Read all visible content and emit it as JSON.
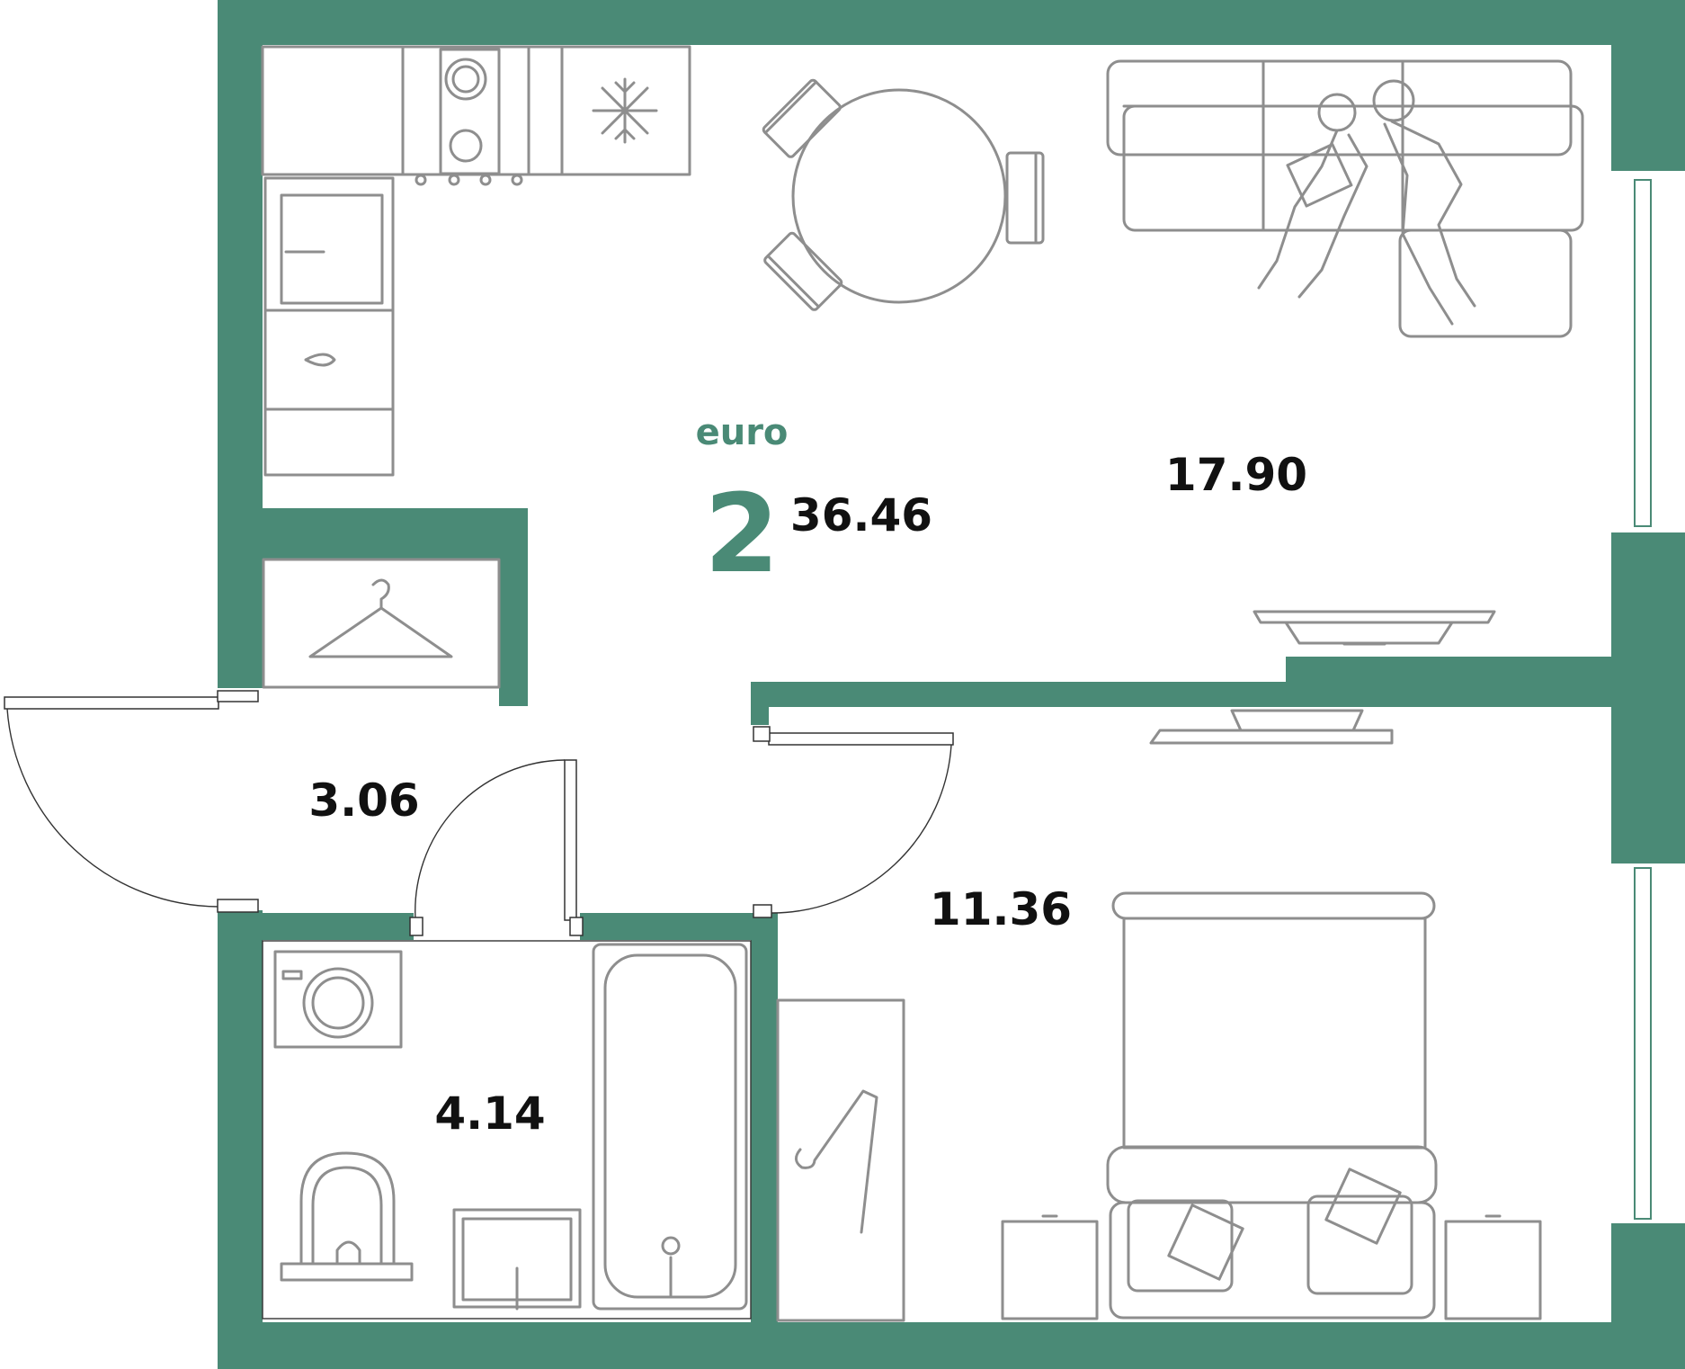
{
  "plan": {
    "type_label": "euro",
    "rooms_count": "2",
    "total_area": "36.46"
  },
  "rooms": {
    "living_kitchen_area": "17.90",
    "bedroom_area": "11.36",
    "hallway_area": "3.06",
    "bathroom_area": "4.14"
  },
  "colors": {
    "wall": "#4a8a76",
    "accent_text": "#4a8a76",
    "furniture_line": "#8e8e8e",
    "label_text": "#111111"
  },
  "icons": [
    "snowflake-icon",
    "hanger-icon",
    "washing-machine-icon",
    "toilet-icon",
    "bathtub-icon",
    "sink-icon",
    "bed-icon",
    "sofa-icon",
    "tv-icon",
    "dining-table-icon",
    "stove-icon",
    "people-icon"
  ]
}
